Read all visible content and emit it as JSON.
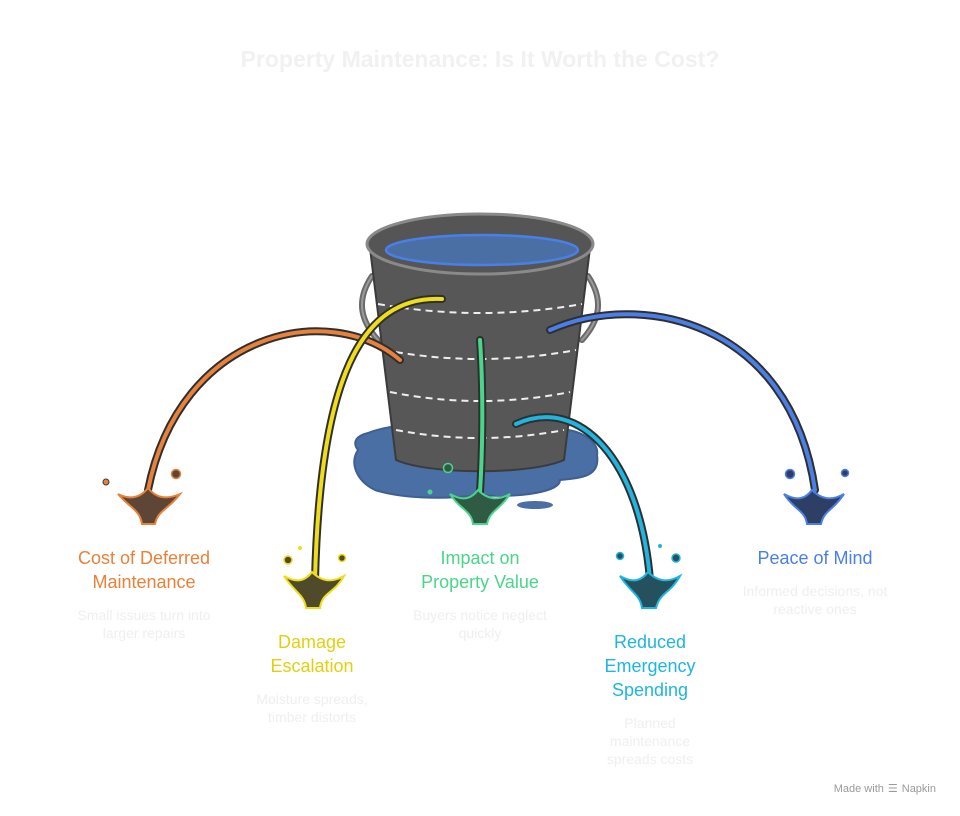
{
  "title": "Property Maintenance: Is It Worth the Cost?",
  "colors": {
    "bucket": "#555555",
    "water": "#4a6fa5",
    "orange": "#e8813a",
    "yellow": "#f0dd1a",
    "green": "#4ad689",
    "cyan": "#1fb5e0",
    "blue": "#4a7fe8"
  },
  "items": [
    {
      "label": "Cost of Deferred Maintenance",
      "desc": "Small issues turn into larger repairs",
      "color": "#e8813a"
    },
    {
      "label": "Damage Escalation",
      "desc": "Moisture spreads, timber distorts",
      "color": "#f0dd1a"
    },
    {
      "label": "Impact on Property Value",
      "desc": "Buyers notice neglect quickly",
      "color": "#4ad689"
    },
    {
      "label": "Reduced Emergency Spending",
      "desc": "Planned maintenance spreads costs",
      "color": "#1fb5e0"
    },
    {
      "label": "Peace of Mind",
      "desc": "Informed decisions, not reactive ones",
      "color": "#4a7fe8"
    }
  ],
  "footer": {
    "made_with": "Made with",
    "brand": "Napkin",
    "icon": "napkin-logo-icon"
  }
}
